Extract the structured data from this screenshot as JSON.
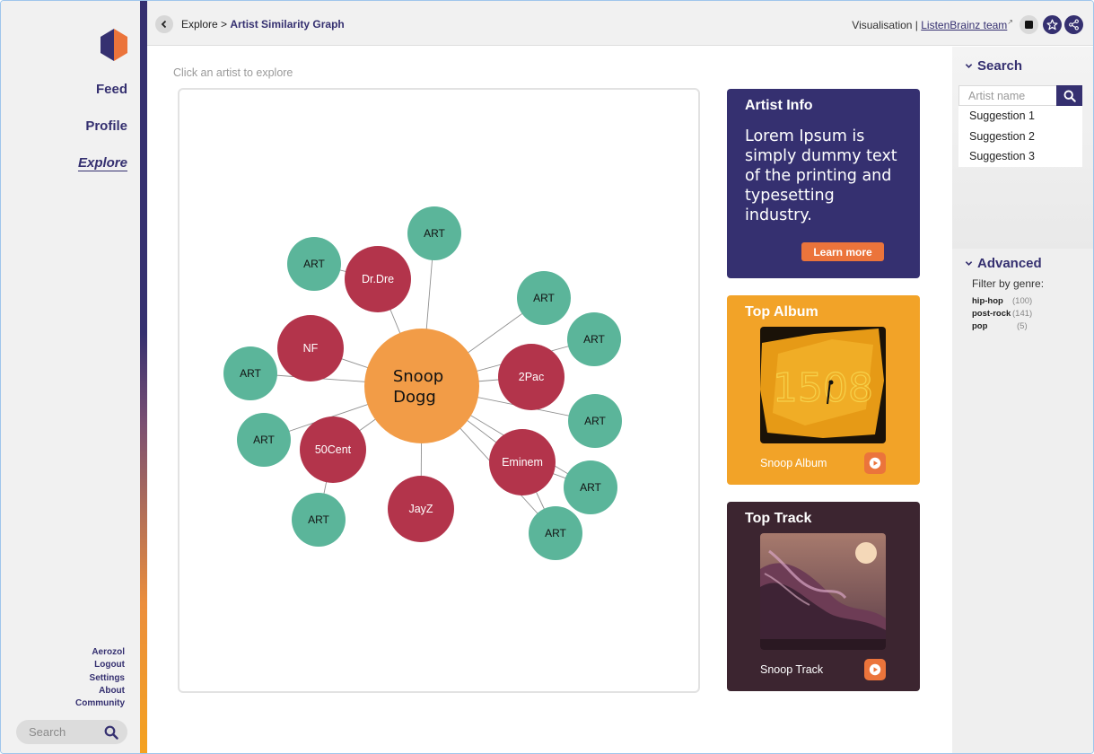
{
  "sidebar": {
    "nav": [
      {
        "label": "Feed",
        "active": false
      },
      {
        "label": "Profile",
        "active": false
      },
      {
        "label": "Explore",
        "active": true
      }
    ],
    "footer_links": [
      "Aerozol",
      "Logout",
      "Settings",
      "About",
      "Community"
    ],
    "search_placeholder": "Search"
  },
  "topbar": {
    "breadcrumb_root": "Explore >",
    "breadcrumb_current": "Artist Similarity Graph",
    "vis_prefix": "Visualisation |",
    "vis_link": "ListenBrainz team"
  },
  "main": {
    "hint": "Click an artist to explore",
    "graph": {
      "center": "Snoop Dogg",
      "similar": [
        "Dr.Dre",
        "NF",
        "50Cent",
        "JayZ",
        "Eminem",
        "2Pac"
      ],
      "placeholder": "ART"
    }
  },
  "cards": {
    "info": {
      "title": "Artist Info",
      "text": "Lorem Ipsum is simply dummy text of the printing and typesetting industry.",
      "button": "Learn more"
    },
    "album": {
      "title": "Top Album",
      "name": "Snoop Album",
      "cover_text": "1508"
    },
    "track": {
      "title": "Top Track",
      "name": "Snoop Track"
    }
  },
  "right_panel": {
    "search_title": "Search",
    "search_placeholder": "Artist name",
    "suggestions": [
      "Suggestion 1",
      "Suggestion 2",
      "Suggestion 3"
    ],
    "advanced_title": "Advanced",
    "filter_label": "Filter by genre:",
    "genres": [
      {
        "name": "hip-hop",
        "count": "(100)"
      },
      {
        "name": "post-rock",
        "count": "(141)"
      },
      {
        "name": "pop",
        "count": "(5)"
      }
    ]
  },
  "colors": {
    "brand_purple": "#353070",
    "brand_orange": "#eb743b",
    "center_node": "#f29c47",
    "similar_node": "#b3344b",
    "leaf_node": "#5bb59a",
    "album_card": "#f2a328",
    "track_card": "#3c2530"
  }
}
